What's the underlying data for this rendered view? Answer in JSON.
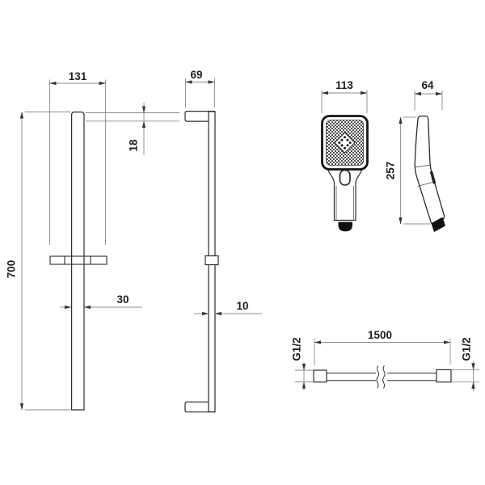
{
  "background": "#ffffff",
  "colors": {
    "dimension_line": "#8c8c8c",
    "arrow": "#333333",
    "dimension_text": "#1e1e1e",
    "product_outline": "#2b2b2b",
    "dark_fill": "#111111"
  },
  "views": {
    "rail_front": {
      "width": "131",
      "height": "700",
      "bar_width": "30"
    },
    "rail_side": {
      "depth": "69",
      "bracket_height": "18",
      "bar_depth": "10"
    },
    "hand_shower_front": {
      "width": "113"
    },
    "hand_shower_side": {
      "height": "257",
      "depth": "64"
    },
    "hose": {
      "length": "1500",
      "thread_left": "G1/2",
      "thread_right": "G1/2"
    }
  }
}
